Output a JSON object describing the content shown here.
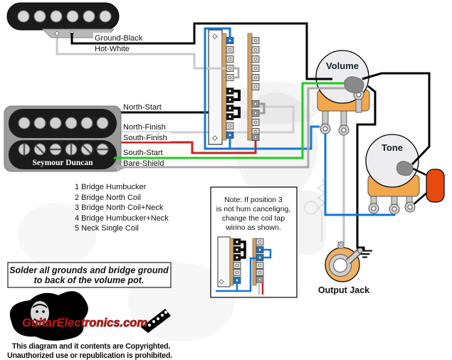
{
  "wire_labels": {
    "ground": "Ground-Black",
    "hot": "Hot-White",
    "north_start": "North-Start",
    "north_finish": "North-Finish",
    "south_finish": "South-Finish",
    "south_start": "South-Start",
    "bare_shield": "Bare-Shield"
  },
  "pickups": {
    "humbucker_brand": "Seymour Duncan"
  },
  "switch_positions": [
    "1 Bridge Humbucker",
    "2 Bridge North Coil",
    "3 Bridge North Coil+Neck",
    "4 Bridge Humbucker+Neck",
    "5 Neck Single Coil"
  ],
  "note_box": {
    "lines": [
      "Note: If position 3",
      "is not hum canceligng,",
      "change the coil tap",
      "wirino as shown."
    ]
  },
  "solder_note": {
    "lines": [
      "Solder all grounds and bridge ground",
      "to back of the volume pot."
    ]
  },
  "controls": {
    "volume": "Volume",
    "tone": "Tone",
    "output_jack": "Output Jack"
  },
  "branding": {
    "logo": "GuitarElectronics.com",
    "copyright": [
      "This diagram and it contents are Copyrighted.",
      "Unauthorized use or republication is prohibited."
    ]
  },
  "colors": {
    "blue_wire": "#1377d4",
    "green_wire": "#1ecb1e",
    "red_wire": "#cc2222",
    "white_wire": "#c9c9c9",
    "bare_wire": "#a9a9a9",
    "black_wire": "#000000",
    "pot_base": "#f3a74c",
    "capacitor": "#e8490c",
    "jack_body": "#f0b165",
    "logo_red": "#cc1512"
  }
}
